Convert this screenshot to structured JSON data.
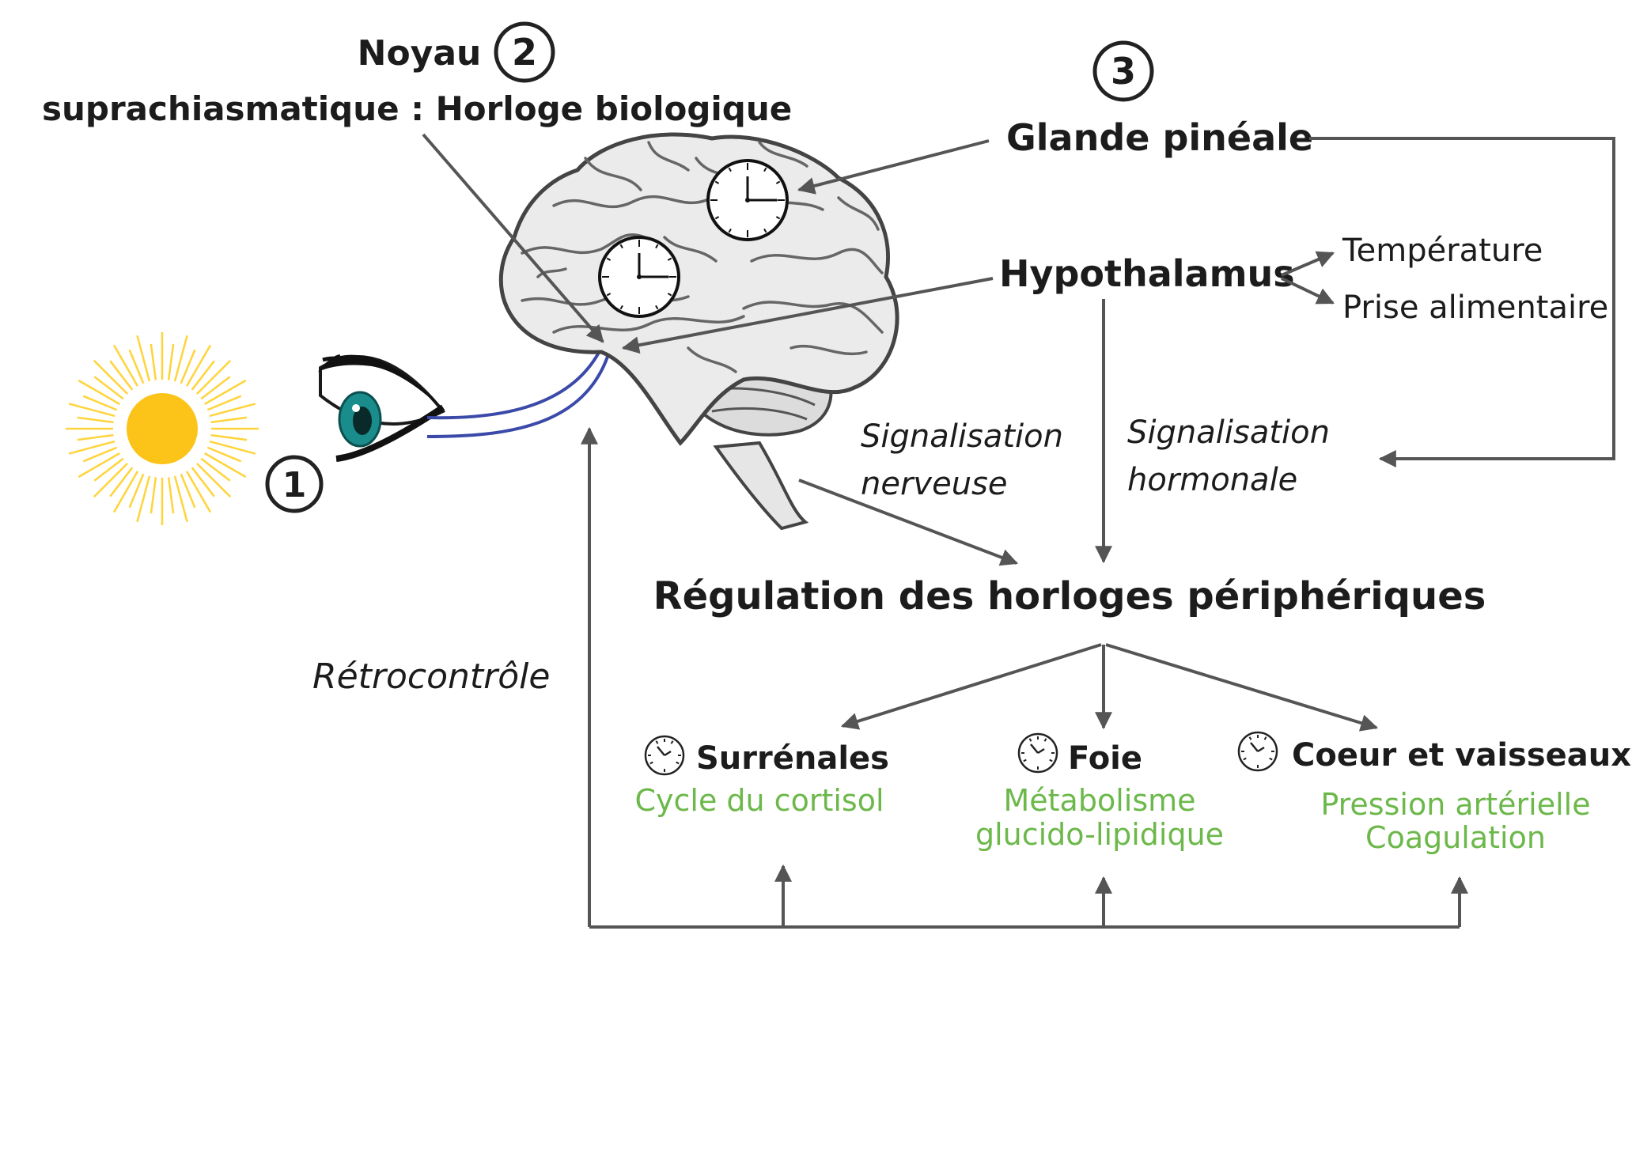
{
  "step_markers": {
    "eye": "1",
    "scn": "2",
    "pineal": "3"
  },
  "labels": {
    "scn_line1": "Noyau",
    "scn_line2": "suprachiasmatique :  Horloge biologique",
    "pineal": "Glande pinéale",
    "hypothalamus": "Hypothalamus",
    "temperature": "Température",
    "food_intake": "Prise alimentaire",
    "nervous_line1": "Signalisation",
    "nervous_line2": "nerveuse",
    "hormonal_line1": "Signalisation",
    "hormonal_line2": "hormonale",
    "regulation": "Régulation des horloges périphériques",
    "feedback": "Rétrocontrôle"
  },
  "organs": [
    {
      "name": "Surrénales",
      "functions": [
        "Cycle du cortisol"
      ]
    },
    {
      "name": "Foie",
      "functions": [
        "Métabolisme",
        "glucido-lipidique"
      ]
    },
    {
      "name": "Coeur et vaisseaux",
      "functions": [
        "Pression artérielle",
        "Coagulation"
      ]
    }
  ],
  "icons": [
    "sun-icon",
    "eye-icon",
    "brain-icon",
    "clock-icon"
  ],
  "colors": {
    "text": "#1c1c1c",
    "arrow": "#555555",
    "function_text": "#6cb84a",
    "sun": "#fcc419",
    "sun_rays": "#ffd43b",
    "optic_nerve": "#3b4aa8",
    "brain_fill": "#e9e9e9",
    "brain_stroke": "#4a4a4a",
    "iris": "#1a8c8c"
  }
}
